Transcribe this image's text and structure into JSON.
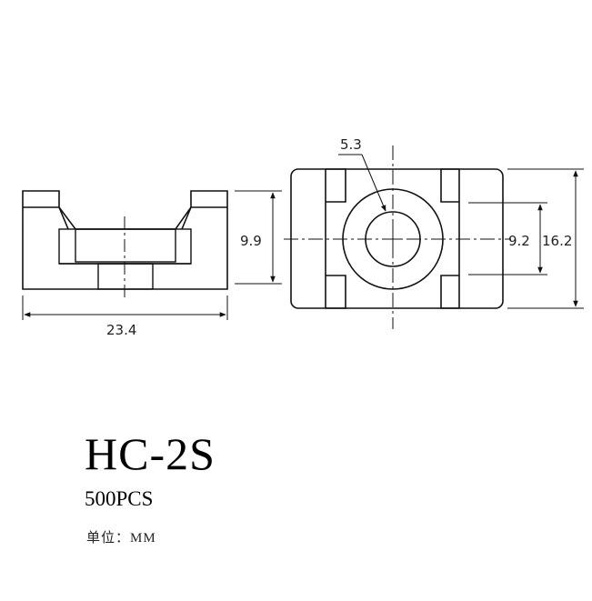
{
  "diagram": {
    "dimensions": {
      "width_side": "23.4",
      "height_side": "9.9",
      "hole_diameter": "5.3",
      "inner_spacing": "9.2",
      "overall_width": "16.2"
    }
  },
  "product": {
    "model": "HC-2S",
    "quantity": "500PCS",
    "unit": "单位：MM"
  },
  "colors": {
    "line": "#111111",
    "background": "#ffffff"
  }
}
